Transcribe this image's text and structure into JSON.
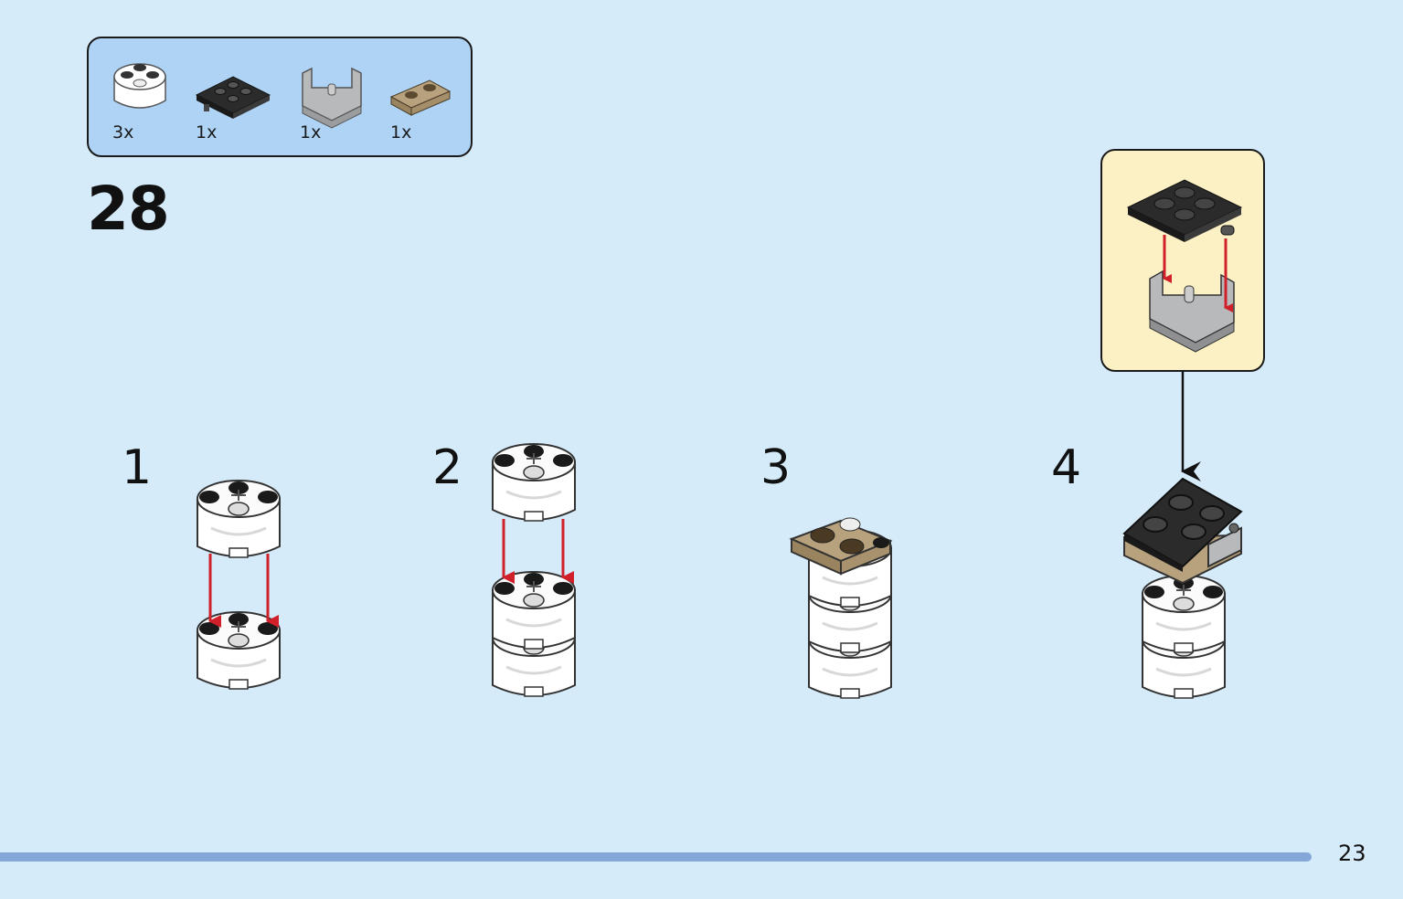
{
  "step": {
    "number": "28"
  },
  "parts": [
    {
      "name": "round-brick-2x2-white",
      "qty": "3x"
    },
    {
      "name": "plate-2x2-with-pin-black",
      "qty": "1x"
    },
    {
      "name": "hinge-brick-grey",
      "qty": "1x"
    },
    {
      "name": "plate-1x2-tan",
      "qty": "1x"
    }
  ],
  "substeps": [
    {
      "label": "1"
    },
    {
      "label": "2"
    },
    {
      "label": "3"
    },
    {
      "label": "4"
    }
  ],
  "page": {
    "number": "23"
  },
  "colors": {
    "background": "#d5ebfa",
    "parts_box": "#aed3f5",
    "callout": "#fcf1c4",
    "arrow_red": "#d0212b",
    "brick_white": "#ffffff",
    "plate_black": "#2b2b2b",
    "plate_tan": "#b8a27d",
    "hinge_grey": "#b7b9bb",
    "bar": "#84a6d8"
  }
}
